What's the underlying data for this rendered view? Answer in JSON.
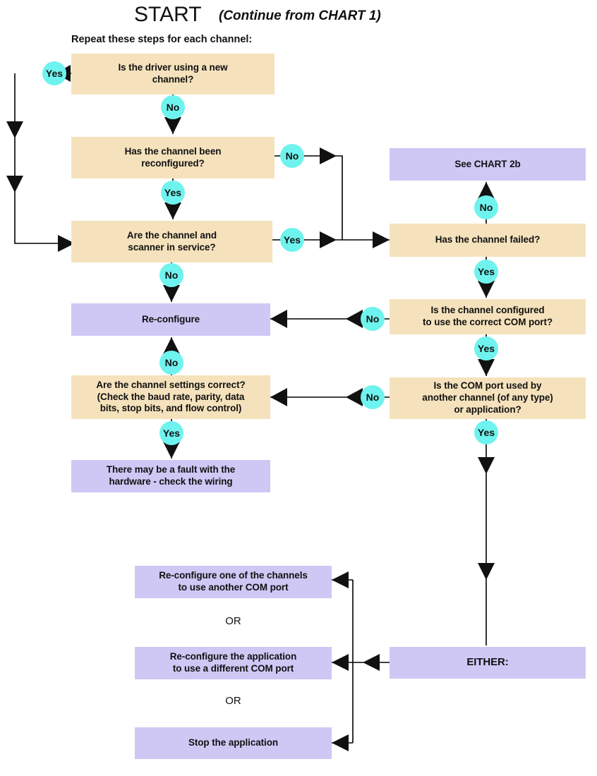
{
  "chart_data": {
    "type": "diagram",
    "title": "START",
    "subtitle": "(Continue from CHART 1)",
    "note": "Repeat these steps for each channel:",
    "colors": {
      "decision_fill": "#f5e2bc",
      "process_fill": "#cfc8f5",
      "label_fill": "#6ff3ee",
      "line": "#000000",
      "text": "#111111",
      "background": "#ffffff"
    },
    "nodes": [
      {
        "id": "n1",
        "kind": "decision",
        "text": "Is the driver using a new channel?"
      },
      {
        "id": "n2",
        "kind": "decision",
        "text": "Has the channel been reconfigured?"
      },
      {
        "id": "n3",
        "kind": "decision",
        "text": "Are the channel and scanner in service?"
      },
      {
        "id": "n4",
        "kind": "process",
        "text": "Re-configure"
      },
      {
        "id": "n5",
        "kind": "decision",
        "text": "Are the channel settings correct? (Check the baud rate, parity, data bits, stop bits, and flow control)"
      },
      {
        "id": "n6",
        "kind": "process",
        "text": "There may be a fault with the hardware - check the wiring"
      },
      {
        "id": "n7",
        "kind": "process",
        "text": "See CHART 2b"
      },
      {
        "id": "n8",
        "kind": "decision",
        "text": "Has the channel failed?"
      },
      {
        "id": "n9",
        "kind": "decision",
        "text": "Is the channel configured to use the correct COM port?"
      },
      {
        "id": "n10",
        "kind": "decision",
        "text": "Is the COM port used by another channel (of any type) or application?"
      },
      {
        "id": "n11",
        "kind": "process",
        "text": "EITHER:"
      },
      {
        "id": "n12",
        "kind": "process",
        "text": "Re-configure one of the channels to use another COM port"
      },
      {
        "id": "n13",
        "kind": "process",
        "text": "Re-configure the application to use a different COM port"
      },
      {
        "id": "n14",
        "kind": "process",
        "text": "Stop the application"
      }
    ],
    "edges": [
      {
        "from": "n1",
        "to": "n3",
        "label": "Yes"
      },
      {
        "from": "n1",
        "to": "n2",
        "label": "No"
      },
      {
        "from": "n2",
        "to": "n8",
        "label": "No"
      },
      {
        "from": "n2",
        "to": "n3",
        "label": "Yes"
      },
      {
        "from": "n3",
        "to": "n8",
        "label": "Yes"
      },
      {
        "from": "n3",
        "to": "n4",
        "label": "No"
      },
      {
        "from": "n5",
        "to": "n4",
        "label": "No"
      },
      {
        "from": "n5",
        "to": "n6",
        "label": "Yes"
      },
      {
        "from": "n8",
        "to": "n7",
        "label": "No"
      },
      {
        "from": "n8",
        "to": "n9",
        "label": "Yes"
      },
      {
        "from": "n9",
        "to": "n4",
        "label": "No"
      },
      {
        "from": "n9",
        "to": "n10",
        "label": "Yes"
      },
      {
        "from": "n10",
        "to": "n5",
        "label": "No"
      },
      {
        "from": "n10",
        "to": "n11",
        "label": "Yes"
      },
      {
        "from": "n11",
        "to": "n12",
        "label": ""
      },
      {
        "from": "n11",
        "to": "n13",
        "label": ""
      },
      {
        "from": "n11",
        "to": "n14",
        "label": ""
      }
    ]
  },
  "header": {
    "title": "START",
    "subtitle": "(Continue from CHART 1)",
    "repeat_note": "Repeat these steps for each channel:"
  },
  "boxes": {
    "n1_line1": "Is the driver using a new",
    "n1_line2": "channel?",
    "n2_line1": "Has the channel been",
    "n2_line2": "reconfigured?",
    "n3_line1": "Are the channel and",
    "n3_line2": "scanner in service?",
    "n4": "Re-configure",
    "n5_line1": "Are the channel settings correct?",
    "n5_line2": "(Check the baud rate, parity, data",
    "n5_line3": "bits, stop bits, and flow control)",
    "n6_line1": "There may be a fault with the",
    "n6_line2": "hardware - check the wiring",
    "n7": "See CHART 2b",
    "n8": "Has the channel failed?",
    "n9_line1": "Is the channel configured",
    "n9_line2": "to use the correct COM port?",
    "n10_line1": "Is the COM port used by",
    "n10_line2": "another channel (of any type)",
    "n10_line3": "or application?",
    "n11": "EITHER:",
    "n12_line1": "Re-configure one of the channels",
    "n12_line2": "to use another COM port",
    "n13_line1": "Re-configure the application",
    "n13_line2": "to use a different COM port",
    "n14": "Stop the application"
  },
  "edge_labels": {
    "n1_yes": "Yes",
    "n1_no": "No",
    "n2_no": "No",
    "n2_yes": "Yes",
    "n3_yes": "Yes",
    "n3_no": "No",
    "n5_no": "No",
    "n5_yes": "Yes",
    "n8_no": "No",
    "n8_yes": "Yes",
    "n9_no": "No",
    "n9_yes": "Yes",
    "n10_no": "No",
    "n10_yes": "Yes"
  },
  "connectors": {
    "or_1": "OR",
    "or_2": "OR"
  }
}
